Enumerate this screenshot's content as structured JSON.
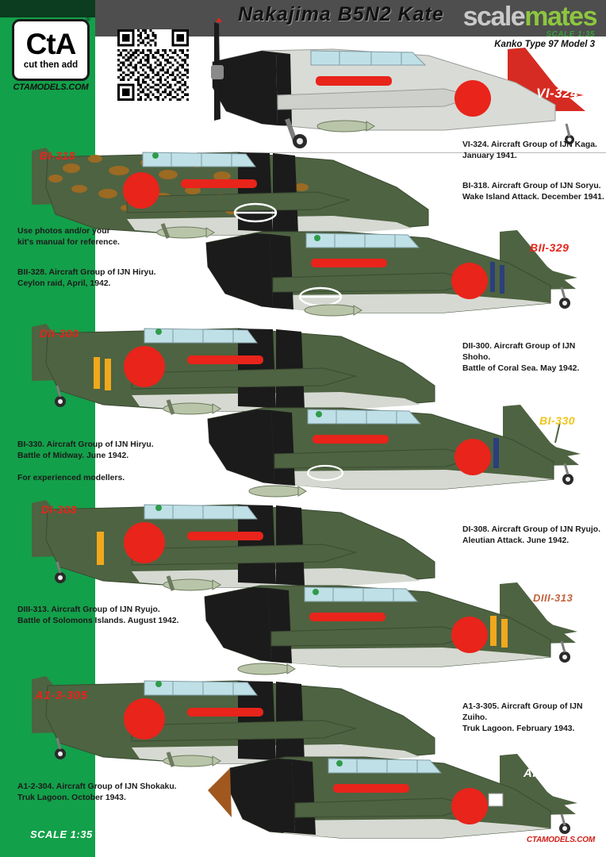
{
  "brand": {
    "logo_main": "CtA",
    "logo_tagline": "cut then add",
    "logo_reg": "®",
    "website": "CTAMODELS.COM",
    "qr_alt": "qr-code"
  },
  "header": {
    "title": "Nakajima B5N2 Kate",
    "watermark_part1": "scale",
    "watermark_part2": "mates",
    "scale_label": "SCALE 1:35",
    "subtitle": "Kanko Type 97 Model 3"
  },
  "footer": {
    "scale_label": "SCALE 1:35",
    "website": "CTAMODELS.COM"
  },
  "notes": [
    {
      "text": "Use photos and/or your\nkit's manual for reference."
    },
    {
      "text": "For experienced modellers."
    }
  ],
  "colors": {
    "green_panel": "#13a04a",
    "green_panel_dark": "#0c3d20",
    "header_band": "#4e4e4e",
    "accent_green": "#8dc63f",
    "hinomaru_red": "#e8241b",
    "tail_red": "#d62b22",
    "idj_green": "#4e6341",
    "idj_grey": "#d8dad4",
    "cowl_black": "#1e1e1e",
    "yellow_band": "#f0a81d",
    "blue_band": "#2b3f7a",
    "brown_camo": "#a06b22"
  },
  "profiles": [
    {
      "id": 1,
      "tail_code": "VI-324",
      "tail_code_style": "white-on-red",
      "caption_line1": "VI-324. Aircraft Group of IJN Kaga. January 1941.",
      "caption_line2": "",
      "caption_side": "right",
      "scheme": "overall light grey, black cowl, red tail"
    },
    {
      "id": 2,
      "tail_code": "BI-318",
      "tail_code_style": "red-on-camo",
      "caption_line1": "BI-318. Aircraft Group of IJN Soryu.",
      "caption_line2": "Wake Island Attack. December 1941.",
      "caption_side": "right",
      "scheme": "green with brown mottle camouflage"
    },
    {
      "id": 3,
      "tail_code": "BII-329",
      "tail_code_style": "red-on-green",
      "caption_line1": "BII-328. Aircraft Group of IJN Hiryu.",
      "caption_line2": "Ceylon raid, April, 1942.",
      "caption_side": "left",
      "scheme": "dark green over grey, blue fuselage bands"
    },
    {
      "id": 4,
      "tail_code": "DII-300",
      "tail_code_style": "red-on-green",
      "caption_line1": "DII-300. Aircraft Group of IJN Shoho.",
      "caption_line2": "Battle of Coral Sea. May 1942.",
      "caption_side": "right",
      "scheme": "dark green over grey, yellow fuselage bands"
    },
    {
      "id": 5,
      "tail_code": "BI-330",
      "tail_code_style": "yellow-on-green",
      "caption_line1": "BI-330. Aircraft Group of IJN Hiryu.",
      "caption_line2": "Battle of Midway. June 1942.",
      "caption_side": "left",
      "scheme": "dark green over grey, blue fuselage band"
    },
    {
      "id": 6,
      "tail_code": "DI-308",
      "tail_code_style": "red-on-green",
      "caption_line1": "DI-308. Aircraft Group of IJN Ryujo.",
      "caption_line2": "Aleutian Attack. June 1942.",
      "caption_side": "right",
      "scheme": "dark green over grey, yellow fuselage band"
    },
    {
      "id": 7,
      "tail_code": "DIII-313",
      "tail_code_style": "red-on-green",
      "caption_line1": "DIII-313. Aircraft Group of IJN Ryujo.",
      "caption_line2": "Battle of Solomons Islands. August 1942.",
      "caption_side": "left",
      "scheme": "dark green over grey, yellow fuselage bands"
    },
    {
      "id": 8,
      "tail_code": "A1-3-305",
      "tail_code_style": "red-on-green",
      "caption_line1": "A1-3-305. Aircraft Group of IJN Zuiho.",
      "caption_line2": "Truk Lagoon. February 1943.",
      "caption_side": "right",
      "scheme": "dark green over grey"
    },
    {
      "id": 9,
      "tail_code": "AI-2-304",
      "tail_code_style": "white-on-green",
      "caption_line1": "A1-2-304. Aircraft Group of IJN Shokaku.",
      "caption_line2": "Truk Lagoon. October 1943.",
      "caption_side": "left",
      "scheme": "dark green over grey, brown spinner"
    }
  ]
}
